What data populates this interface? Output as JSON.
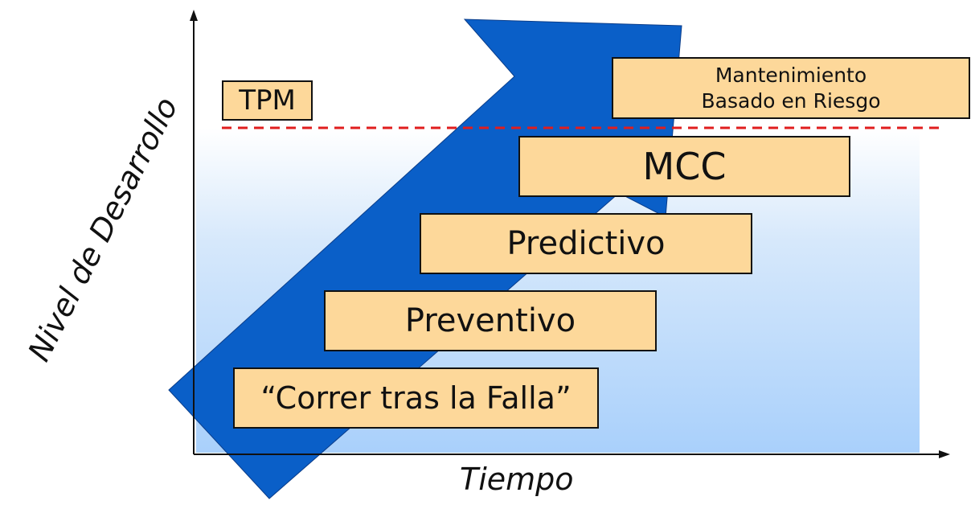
{
  "diagram": {
    "y_axis_label": "Nivel de Desarrollo",
    "x_axis_label": "Tiempo",
    "stages": [
      {
        "label": "“Correr tras la Falla”"
      },
      {
        "label": "Preventivo"
      },
      {
        "label": "Predictivo"
      },
      {
        "label": "MCC"
      },
      {
        "label_line1": "Mantenimiento",
        "label_line2": "Basado en Riesgo"
      }
    ],
    "tpm_label": "TPM",
    "colors": {
      "arrow": "#0a5fc8",
      "box_fill": "#fdd89a",
      "threshold_line": "#e01e1e",
      "axis": "#111111"
    }
  }
}
